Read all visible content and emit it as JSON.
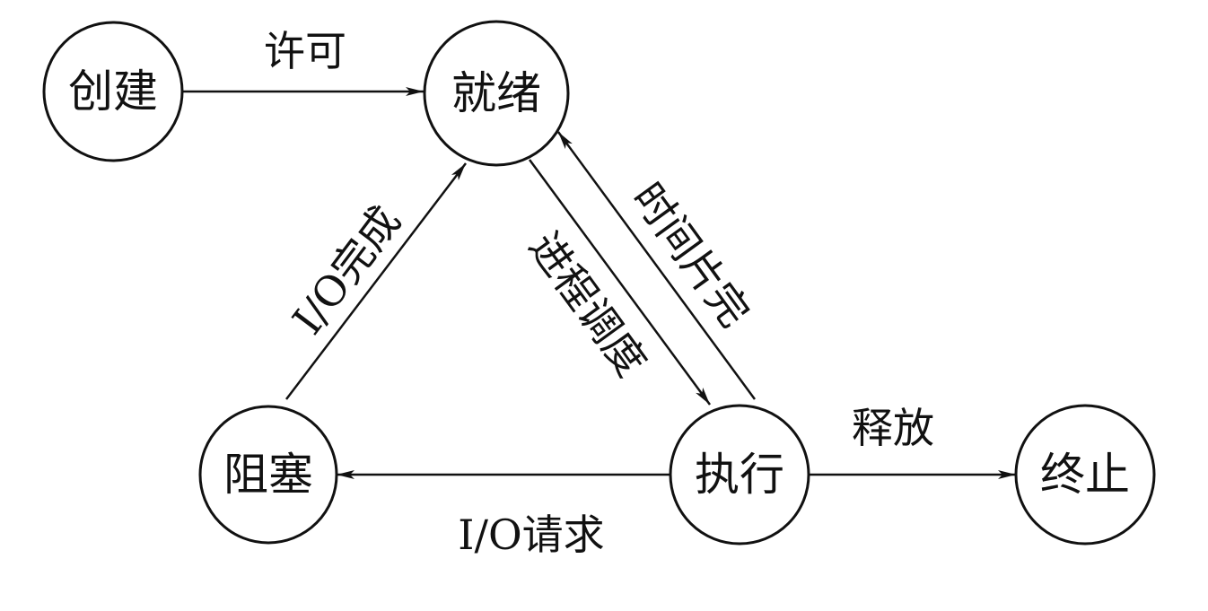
{
  "diagram": {
    "nodes": {
      "create": "创建",
      "ready": "就绪",
      "blocked": "阻塞",
      "running": "执行",
      "terminated": "终止"
    },
    "edges": {
      "create_to_ready": "许可",
      "blocked_to_ready": "I/O完成",
      "ready_to_running": "进程调度",
      "running_to_ready": "时间片完",
      "running_to_blocked": "I/O请求",
      "running_to_terminated": "释放"
    },
    "colors": {
      "stroke": "#111111",
      "background": "#ffffff"
    }
  }
}
